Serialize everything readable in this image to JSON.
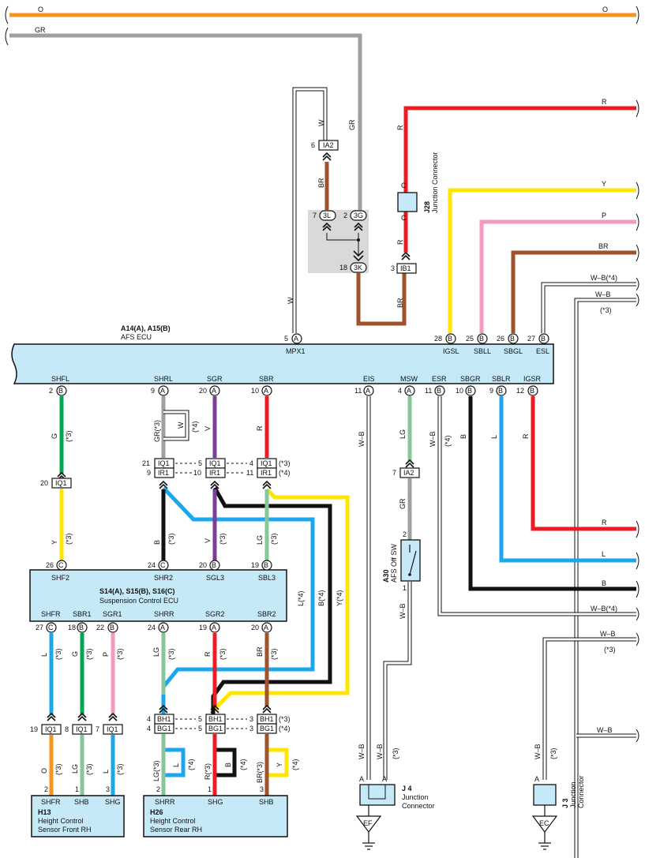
{
  "colors": {
    "O": "#f7941d",
    "GR": "#9d9fa2",
    "R": "#ed1c24",
    "Y": "#ffe600",
    "P": "#f49ac2",
    "BR": "#a0522d",
    "W": "#ffffff",
    "B": "#111111",
    "G": "#00a651",
    "V": "#7b3f98",
    "L": "#1ca7ec",
    "LG": "#86c69a",
    "ecu_fill": "#c6e9f7",
    "junction_fill": "#d9d9d9"
  },
  "top_wires": {
    "o_left": "O",
    "o_right": "O",
    "gr": "GR"
  },
  "afs_ecu": {
    "title_code": "A14(A), A15(B)",
    "title_name": "AFS ECU",
    "mpx1": {
      "pin": "5",
      "side": "A",
      "label": "MPX1"
    },
    "top_pins": [
      {
        "pin": "28",
        "side": "B",
        "label": "IGSL"
      },
      {
        "pin": "25",
        "side": "B",
        "label": "SBLL"
      },
      {
        "pin": "26",
        "side": "B",
        "label": "SBGL"
      },
      {
        "pin": "27",
        "side": "B",
        "label": "ESL"
      }
    ],
    "bottom_pins": [
      {
        "pin": "2",
        "side": "B",
        "label": "SHFL"
      },
      {
        "pin": "9",
        "side": "A",
        "label": "SHRL"
      },
      {
        "pin": "20",
        "side": "A",
        "label": "SGR"
      },
      {
        "pin": "10",
        "side": "A",
        "label": "SBR"
      },
      {
        "pin": "11",
        "side": "A",
        "label": "EIS"
      },
      {
        "pin": "4",
        "side": "A",
        "label": "MSW"
      },
      {
        "pin": "11",
        "side": "B",
        "label": "ESR"
      },
      {
        "pin": "10",
        "side": "B",
        "label": "SBGR"
      },
      {
        "pin": "9",
        "side": "B",
        "label": "SBLR"
      },
      {
        "pin": "12",
        "side": "B",
        "label": "IGSR"
      }
    ]
  },
  "upper_connectors": {
    "ia2_top": {
      "pin": "6",
      "code": "IA2"
    },
    "j3l": {
      "pin": "7",
      "code": "3L"
    },
    "j3g": {
      "pin": "2",
      "code": "3G"
    },
    "j3k": {
      "pin": "18",
      "code": "3K"
    },
    "j28": {
      "code": "J28",
      "name": "Junction Connector",
      "c_top": "C",
      "c_bottom": "C"
    },
    "ib1": {
      "pin": "3",
      "code": "IB1"
    }
  },
  "right_labels": {
    "r_top": "R",
    "y": "Y",
    "p": "P",
    "br": "BR",
    "wb4": "W–B(*4)",
    "wb": "W–B",
    "star3": "(*3)",
    "r_mid": "R",
    "l_mid": "L",
    "b_mid": "B",
    "wb4_low": "W–B(*4)",
    "wb_low": "W–B",
    "star3_low": "(*3)",
    "wb_bottom": "W–B"
  },
  "wire_labels": {
    "w_upper": "W",
    "gr_upper": "GR",
    "br_upper": "BR",
    "w_mpx": "W",
    "r_j28_top": "R",
    "r_j28_mid": "R",
    "br_ib1": "BR",
    "g_shfl": "G",
    "star3": "(*3)",
    "star4": "(*4)",
    "grstar3": "GR(*3)",
    "w": "W",
    "v": "V",
    "r": "R",
    "wb": "W–B",
    "lg": "LG",
    "b": "B",
    "l": "L",
    "gr": "GR",
    "y": "Y",
    "lstar4": "L(*4)",
    "bstar4": "B(*4)",
    "ystar4": "Y(*4)",
    "p": "P",
    "o": "O",
    "lgstar3": "LG(*3)",
    "rstar3": "R(*3)",
    "brstar3": "BR(*3)"
  },
  "iq1_shfl": {
    "pin": "20",
    "code": "IQ1"
  },
  "stacked_connectors": [
    {
      "pins_left": [
        "21",
        "9"
      ],
      "codes": [
        "IQ1",
        "IR1"
      ]
    },
    {
      "pins_left": [
        "5",
        "10"
      ],
      "codes": [
        "IQ1",
        "IR1"
      ]
    },
    {
      "pins_left": [
        "4",
        "11"
      ],
      "codes": [
        "IQ1",
        "IR1"
      ],
      "notes": [
        "(*3)",
        "(*4)"
      ]
    }
  ],
  "ia2_msw": {
    "pin": "7",
    "code": "IA2"
  },
  "afs_off_sw": {
    "code": "A30",
    "name": "AFS Off SW",
    "pin_top": "2",
    "pin_bottom": "1"
  },
  "suspension_ecu": {
    "title_code": "S14(A), S15(B), S16(C)",
    "title_name": "Suspension Control ECU",
    "top_pins": [
      {
        "pin": "26",
        "side": "C",
        "label": "SHF2"
      },
      {
        "pin": "24",
        "side": "C",
        "label": "SHR2"
      },
      {
        "pin": "20",
        "side": "B",
        "label": "SGL3"
      },
      {
        "pin": "19",
        "side": "B",
        "label": "SBL3"
      }
    ],
    "bottom_pins": [
      {
        "pin": "27",
        "side": "C",
        "label": "SHFR"
      },
      {
        "pin": "18",
        "side": "B",
        "label": "SBR1"
      },
      {
        "pin": "22",
        "side": "B",
        "label": "SGR1"
      },
      {
        "pin": "24",
        "side": "A",
        "label": "SHRR"
      },
      {
        "pin": "19",
        "side": "A",
        "label": "SGR2"
      },
      {
        "pin": "20",
        "side": "A",
        "label": "SBR2"
      }
    ]
  },
  "lower_iq1": [
    {
      "pin": "19",
      "code": "IQ1"
    },
    {
      "pin": "8",
      "code": "IQ1"
    },
    {
      "pin": "7",
      "code": "IQ1"
    }
  ],
  "lower_bh": [
    {
      "pins": [
        "4",
        "4"
      ],
      "codes": [
        "BH1",
        "BG1"
      ]
    },
    {
      "pins": [
        "5",
        "5"
      ],
      "codes": [
        "BH1",
        "BG1"
      ]
    },
    {
      "pins": [
        "3",
        "3"
      ],
      "codes": [
        "BH1",
        "BG1"
      ],
      "notes": [
        "(*3)",
        "(*4)"
      ]
    }
  ],
  "h13": {
    "code": "H13",
    "name1": "Height Control",
    "name2": "Sensor Front RH",
    "pins": [
      {
        "pin": "2",
        "label": "SHFR"
      },
      {
        "pin": "1",
        "label": "SHB"
      },
      {
        "pin": "3",
        "label": "SHG"
      }
    ]
  },
  "h26": {
    "code": "H26",
    "name1": "Height Control",
    "name2": "Sensor Rear RH",
    "pins": [
      {
        "pin": "2",
        "label": "SHRR"
      },
      {
        "pin": "1",
        "label": "SHG"
      },
      {
        "pin": "3",
        "label": "SHB"
      }
    ]
  },
  "j4": {
    "code": "J 4",
    "name1": "Junction",
    "name2": "Connector",
    "pin_a1": "A",
    "pin_a2": "A",
    "ground": "EF"
  },
  "j3": {
    "code": "J 3",
    "name1": "Junction",
    "name2": "Connector",
    "pin_a": "A",
    "ground": "EC"
  }
}
